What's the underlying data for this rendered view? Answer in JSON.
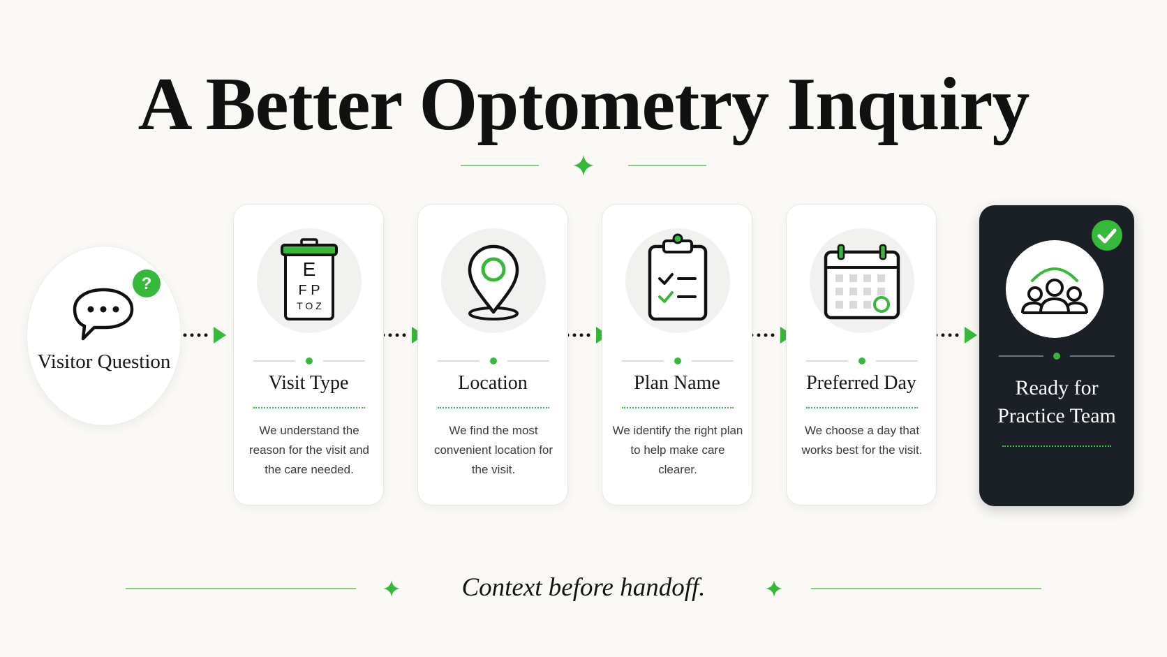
{
  "title": "A Better Optometry Inquiry",
  "colors": {
    "accent": "#36b93a",
    "dark_card": "#1b2026",
    "background": "#faf9f6"
  },
  "start": {
    "label": "Visitor Question",
    "icon": "chat-bubble-icon",
    "badge_icon": "question-mark-icon",
    "badge_text": "?"
  },
  "steps": [
    {
      "title": "Visit Type",
      "icon": "eye-chart-icon",
      "chart_rows": [
        "E",
        "F P",
        "T O Z"
      ],
      "description": "We understand the reason for the visit and the care needed."
    },
    {
      "title": "Location",
      "icon": "map-pin-icon",
      "description": "We find the most convenient location for the visit."
    },
    {
      "title": "Plan Name",
      "icon": "clipboard-checklist-icon",
      "description": "We identify the right plan to help make care clearer."
    },
    {
      "title": "Preferred Day",
      "icon": "calendar-icon",
      "description": "We choose a day that works best for the visit."
    }
  ],
  "final": {
    "title": "Ready for Practice Team",
    "icon": "team-people-icon",
    "badge_icon": "check-icon"
  },
  "footer": {
    "tagline": "Context before handoff."
  }
}
